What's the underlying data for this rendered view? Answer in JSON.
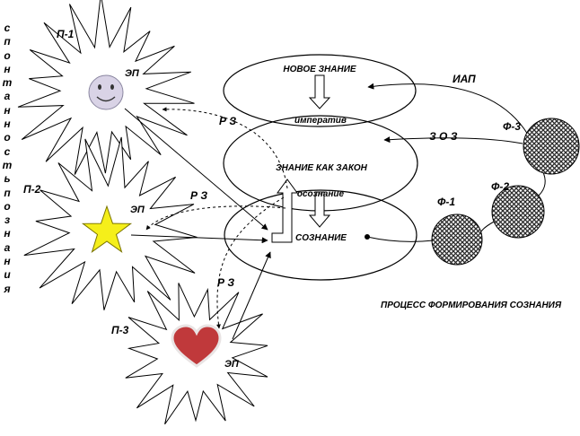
{
  "vertical_caption": "спонтанность познания",
  "sources": [
    {
      "label": "П-1",
      "ep": "ЭП"
    },
    {
      "label": "П-2",
      "ep": "ЭП"
    },
    {
      "label": "П-3",
      "ep": "ЭП"
    }
  ],
  "reflex_labels": [
    "Р З",
    "Р З",
    "Р З"
  ],
  "ellipses": {
    "top": {
      "title": "НОВОЕ ЗНАНИЕ",
      "subtitle": "императив"
    },
    "middle": {
      "title": "ЗНАНИЕ КАК ЗАКОН",
      "subtitle": "осознание"
    },
    "bottom": {
      "title": "СОЗНАНИЕ"
    }
  },
  "arrows": {
    "iap": "ИАП",
    "zoz": "З О З"
  },
  "factors": [
    "Ф-1",
    "Ф-2",
    "Ф-3"
  ],
  "process_caption": "ПРОЦЕСС ФОРМИРОВАНИЯ СОЗНАНИЯ",
  "colors": {
    "sun": "#d9d3e6",
    "star": "#f5ef1a",
    "heart": "#c0393b",
    "hatch": "#2a2a2a"
  }
}
